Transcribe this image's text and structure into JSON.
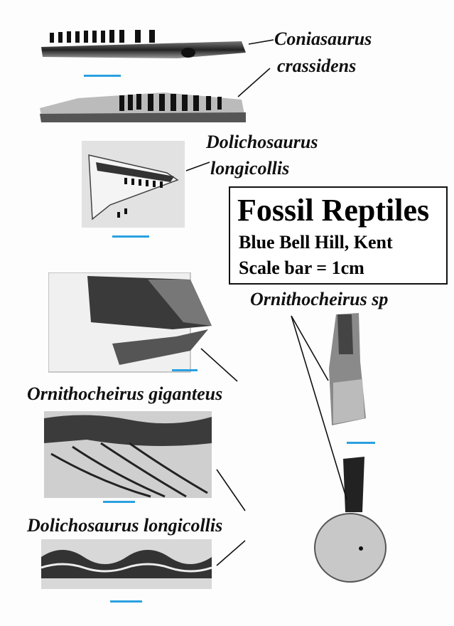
{
  "title_box": {
    "title": "Fossil Reptiles",
    "location": "Blue Bell Hill, Kent",
    "scale_note": "Scale bar = 1cm"
  },
  "labels": {
    "coniasaurus_genus": "Coniasaurus",
    "coniasaurus_species": "crassidens",
    "dolichosaurus_top_genus": "Dolichosaurus",
    "dolichosaurus_top_species": "longicollis",
    "ornithocheirus_sp": "Ornithocheirus sp",
    "ornithocheirus_giganteus": "Ornithocheirus giganteus",
    "dolichosaurus_bottom": "Dolichosaurus longicollis"
  },
  "colors": {
    "scale_bar": "#2aa0e0",
    "text": "#111111"
  }
}
